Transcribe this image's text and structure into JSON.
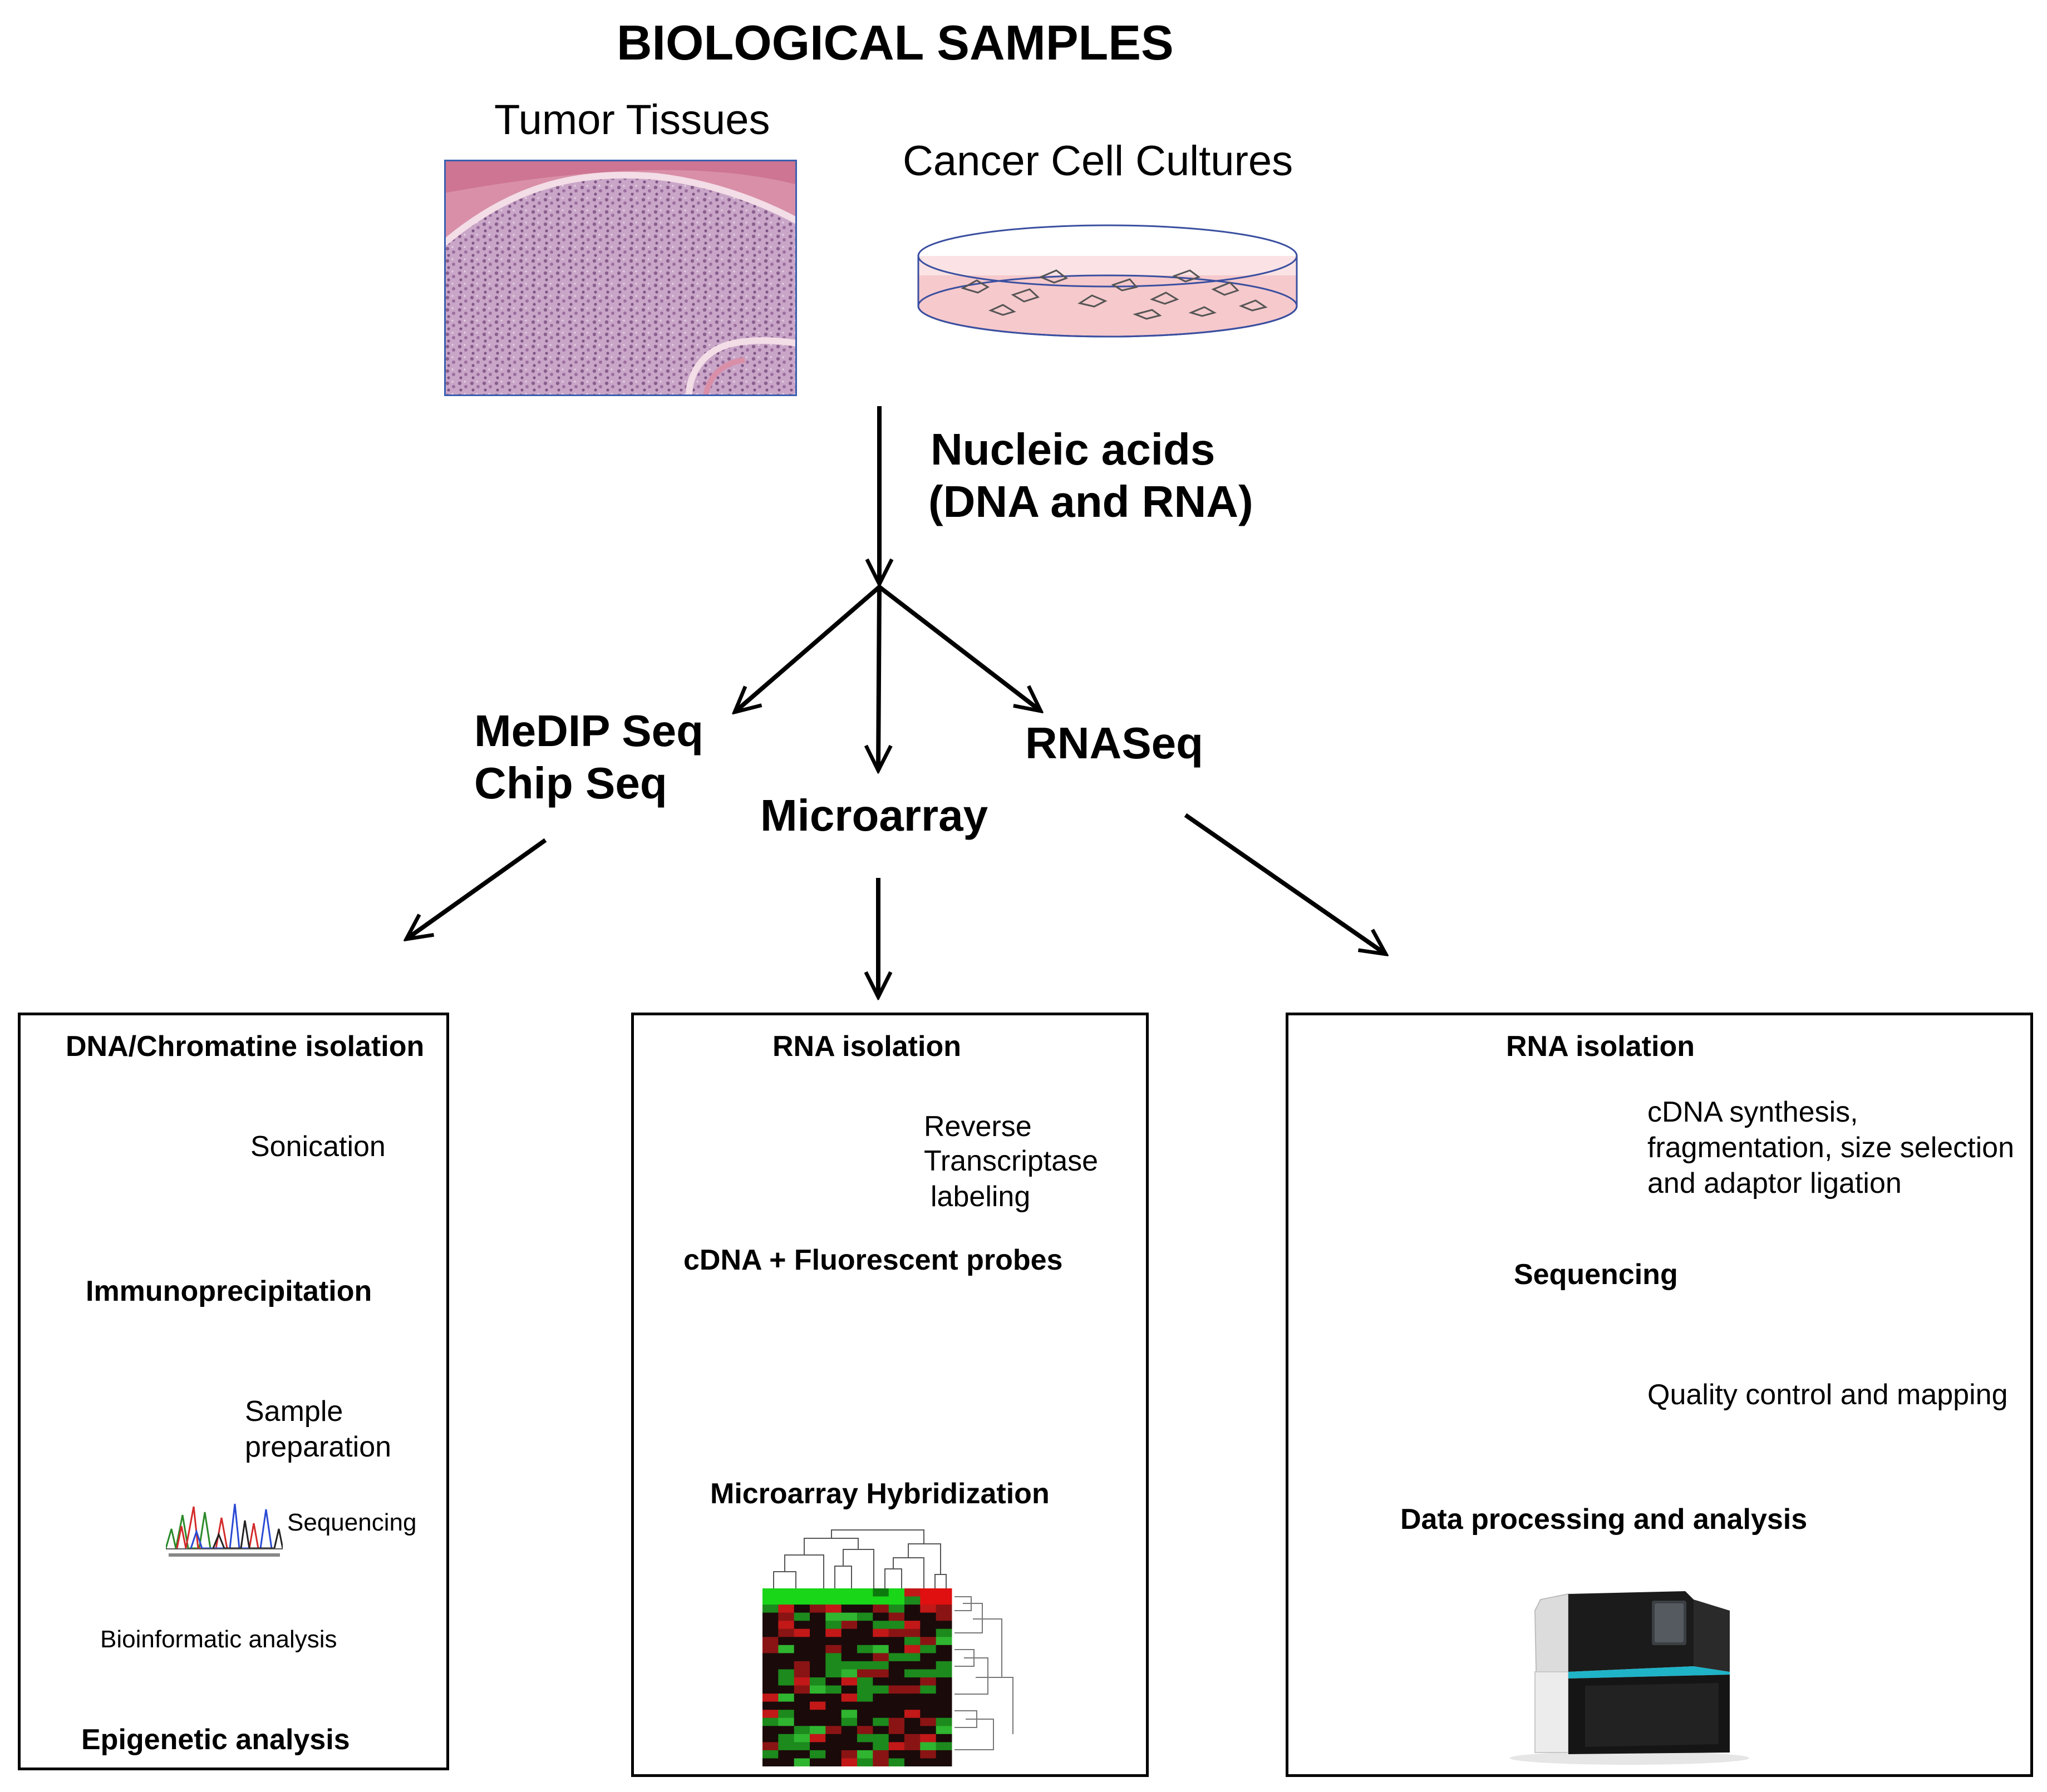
{
  "title": "BIOLOGICAL SAMPLES",
  "samples": {
    "tumor_label": "Tumor Tissues",
    "culture_label": "Cancer Cell Cultures"
  },
  "nucleic": {
    "line1": "Nucleic acids",
    "line2": "(DNA and RNA)"
  },
  "methods": {
    "medip": "MeDIP Seq",
    "chip": "Chip Seq",
    "microarray": "Microarray",
    "rnaseq": "RNASeq"
  },
  "left_box": {
    "step1": "DNA/Chromatine isolation",
    "sonication": "Sonication",
    "step2": "Immunoprecipitation",
    "sample_prep_1": "Sample",
    "sample_prep_2": "preparation",
    "sequencing": "Sequencing",
    "bioinformatic": "Bioinformatic analysis",
    "step_final": "Epigenetic analysis"
  },
  "mid_box": {
    "step1": "RNA isolation",
    "rt_1": "Reverse",
    "rt_2": "Transcriptase",
    "rt_3": "labeling",
    "step2": "cDNA + Fluorescent probes",
    "step3": "Microarray Hybridization"
  },
  "right_box": {
    "step1": "RNA isolation",
    "prep_1": "cDNA synthesis,",
    "prep_2": "fragmentation, size selection",
    "prep_3": "and adaptor ligation",
    "step2": "Sequencing",
    "qc": "Quality control and mapping",
    "step3": "Data processing and analysis"
  },
  "colors": {
    "tissue_pink": "#d98fa8",
    "dish_fill": "#f6c9cc",
    "heatmap_green": "#19d619",
    "heatmap_red": "#e01010",
    "sequencer_accent": "#1fb3c8"
  }
}
